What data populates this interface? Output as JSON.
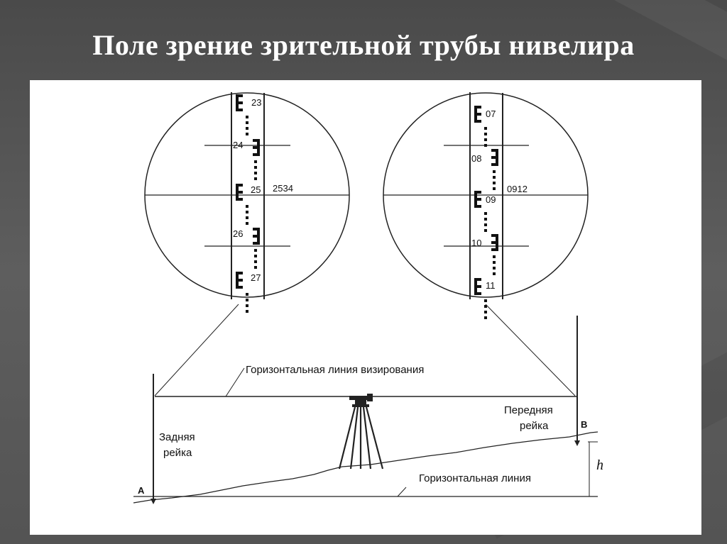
{
  "title": "Поле зрение зрительной трубы нивелира",
  "left_view": {
    "staff_numbers": [
      "23",
      "24",
      "25",
      "26",
      "27"
    ],
    "reading": "2534"
  },
  "right_view": {
    "staff_numbers": [
      "07",
      "08",
      "09",
      "10",
      "11"
    ],
    "reading": "0912"
  },
  "labels": {
    "sight_line": "Горизонтальная линия визирования",
    "horizontal_line": "Горизонтальная линия",
    "back_staff_1": "Задняя",
    "back_staff_2": "рейка",
    "front_staff_1": "Передняя",
    "front_staff_2": "рейка",
    "point_a": "А",
    "point_b": "В",
    "height": "h"
  }
}
